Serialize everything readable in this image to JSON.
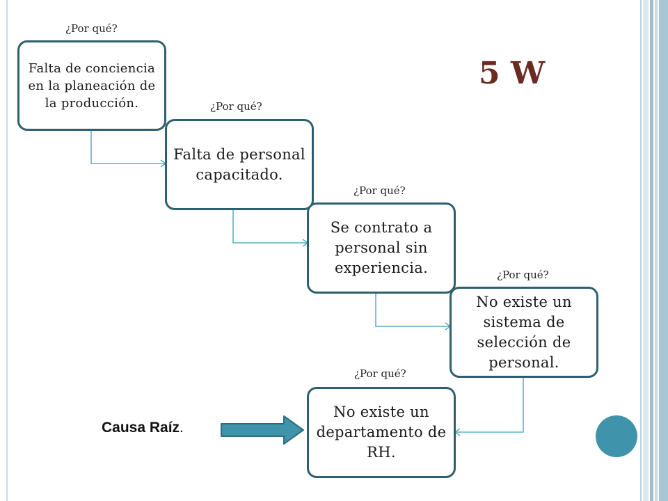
{
  "title": "5 W",
  "why_label": "¿Por qué?",
  "steps": [
    {
      "question": "¿Por qué?",
      "answer": "Falta de conciencia en la planeación de la producción."
    },
    {
      "question": "¿Por qué?",
      "answer": "Falta de personal capacitado."
    },
    {
      "question": "¿Por qué?",
      "answer": "Se contrato a personal sin experiencia."
    },
    {
      "question": "¿Por qué?",
      "answer": "No existe un sistema de selección de personal."
    },
    {
      "question": "¿Por qué?",
      "answer": "No existe un departamento de RH."
    }
  ],
  "root_cause": {
    "label": "Causa Raíz",
    "suffix": "."
  },
  "colors": {
    "title": "#6b2a22",
    "box_border": "#2d5f6f",
    "connector": "#3aa0b8",
    "arrow_fill": "#3f93aa",
    "arrow_stroke": "#2b6e82",
    "accent_circle": "#3f93aa"
  }
}
